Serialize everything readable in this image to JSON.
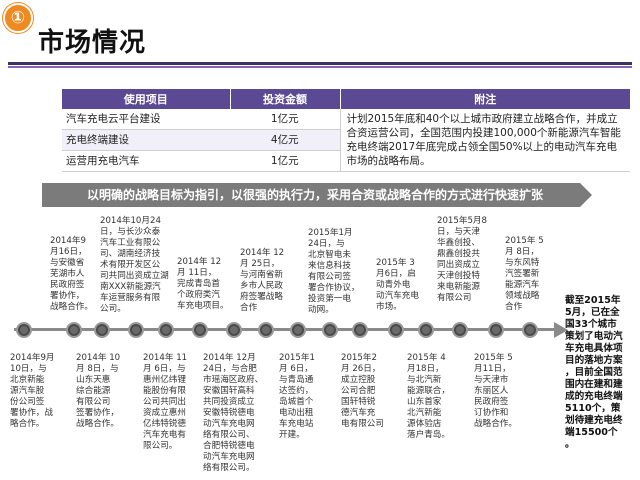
{
  "header": {
    "badge": "①",
    "title": "市场情况"
  },
  "table": {
    "headers": [
      "使用项目",
      "投资金额",
      "附注"
    ],
    "rows": [
      {
        "item": "汽车充电云平台建设",
        "amount": "1亿元"
      },
      {
        "item": "充电终端建设",
        "amount": "4亿元"
      },
      {
        "item": "运营用充电汽车",
        "amount": "1亿元"
      }
    ],
    "note": "计划2015年底和40个以上城市政府建立战略合作，并成立合资运营公司，全国范围内投建100,000个新能源汽车智能充电终端2017年底完成占领全国50%以上的电动汽车充电市场的战略布局。"
  },
  "banner": "以明确的战略目标为指引，以很强的执行力，采用合资或战略合作的方式进行快速扩张",
  "timeline": {
    "events_above": [
      "2014年9\n月16日，\n与安徽省\n芜湖市人\n民政府签\n署协作，\n战略合作。",
      "2014年10月24\n日，与长沙众泰\n汽车工业有限公\n司、湖南经济技\n术有限开发区公\n司共同出资成立湖\n南XXX新能源汽\n车运营服务有限\n公司。",
      "2014年 12\n月 11日，\n完成青岛首\n个政府类汽\n车充电项目。",
      "2014年 12\n月 25日，\n与河南省新\n乡市人民政\n府签署战略\n合作",
      "2015年1月\n24日，与\n北京智电未\n来信息科技\n有限公司签\n署合作协议，\n投资第一电\n动网。",
      "2015年 3\n月6日，启\n动青外电\n动汽车充电\n市场。",
      "2015年5月8\n日，与天津\n华鑫创投、\n鼎鑫创投共\n同出资成立\n天津创投特\n来电新能源\n有限公司",
      "2015年 5\n月 8日，\n与东风特\n汽签署新\n能源汽车\n领域战略\n合作"
    ],
    "events_below": [
      "2014年9月\n10日，与\n北京新能\n源汽车股\n份公司签\n署协作，战\n略合作。",
      "2014年 10\n月 8日，与\n山东天惠\n综合能源\n有限公司\n签署协作，\n战略合作。",
      "2014年 11\n月 6日，与\n惠州亿纬锂\n能股份有限\n公司共同出\n资成立惠州\n亿纬特锐德\n汽车充电有\n限公司。",
      "2014年 12月\n24日，与合肥\n市瑶海区政府、\n安徽国轩高科\n共同投资成立\n安徽特锐德电\n动汽车充电网\n络有限公司、\n合肥特锐德电\n动汽车充电网\n络有限公司。",
      "2015年1\n月 6日，\n与青岛通\n达签约，\n岛城首个\n电动出租\n车充电站\n开建。",
      "2015年2\n月 26日，\n成立控股\n公司合肥\n国轩特锐\n德汽车充\n电有限公司",
      "2015年 4\n月18日，\n与北汽新\n能源联合，\n山东首家\n北汽新能\n源体验店\n落户青岛。",
      "2015年 5\n月11日，\n与天津市\n东丽区人\n民政府签\n订协作和\n战略合作。"
    ],
    "summary": "截至2015年\n5月，已在全\n国33个城市\n策划了电动汽\n车充电具体项\n目的落地方案\n，目前全国范\n围内在建和建\n成的充电终端\n5110个，策\n划待建充电终\n端15500个\n。"
  },
  "colors": {
    "accent_orange": "#f08a1f",
    "header_purple": "#5b4a93",
    "banner_gray": "#7b7b7b"
  }
}
